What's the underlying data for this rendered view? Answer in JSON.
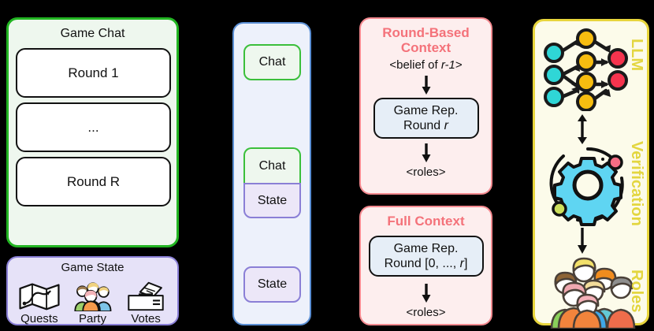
{
  "game_chat": {
    "title": "Game Chat",
    "rounds": [
      {
        "label": "Round 1"
      },
      {
        "label": "..."
      },
      {
        "label": "Round R"
      }
    ]
  },
  "game_state": {
    "title": "Game State",
    "icons": [
      {
        "name": "map-icon",
        "label": "Quests"
      },
      {
        "name": "people-icon",
        "label": "Party"
      },
      {
        "name": "ballot-box-icon",
        "label": "Votes"
      }
    ]
  },
  "stack": {
    "chat_label": "Chat",
    "state_label": "State",
    "items": [
      {
        "type": "chat",
        "label": "Chat"
      },
      {
        "type": "chat+state",
        "chat_label": "Chat",
        "state_label": "State"
      },
      {
        "type": "state",
        "label": "State"
      }
    ]
  },
  "contexts": [
    {
      "title": "Round-Based Context",
      "top_text": "<belief of r-1>",
      "top_text_plain": "<belief of ",
      "top_text_italic": "r-1",
      "top_text_tail": ">",
      "rep_line1": "Game Rep.",
      "rep_line2_plain": "Round ",
      "rep_line2_italic": "r",
      "bottom_text": "<roles>"
    },
    {
      "title": "Full Context",
      "rep_line1": "Game Rep.",
      "rep_line2_plain": "Round [0, ..., ",
      "rep_line2_italic": "r",
      "rep_line2_tail": "]",
      "bottom_text": "<roles>"
    }
  ],
  "llm_panel": {
    "labels": {
      "llm": "LLM",
      "verification": "Verification",
      "roles": "Roles"
    },
    "icons": [
      {
        "name": "node-graph-icon"
      },
      {
        "name": "gear-verification-icon"
      },
      {
        "name": "people-group-icon"
      }
    ]
  },
  "colors": {
    "green_border": "#22b522",
    "green_fill": "#eef7ee",
    "purple_border": "#8a7fd6",
    "purple_fill": "#e6e2f8",
    "blue_border": "#5b8fd4",
    "blue_fill": "#edf1fb",
    "pink_border": "#f4898f",
    "pink_fill": "#fdeeee",
    "pink_title": "#f4727a",
    "yellow_border": "#e8d53c",
    "yellow_fill": "#fcfbea",
    "yellow_label": "#e3d63f",
    "rep_fill": "#e6eef7",
    "background": "#000000"
  }
}
